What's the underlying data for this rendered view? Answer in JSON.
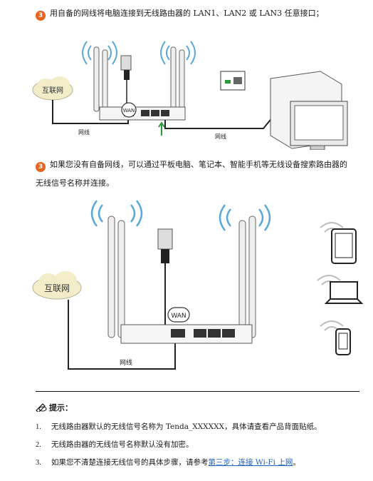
{
  "step_a": {
    "badge": "3",
    "text": "用自备的网线将电脑连接到无线路由器的 LAN1、LAN2 或 LAN3 任意接口；"
  },
  "diagram1": {
    "cloud_label": "互联网",
    "wan_label": "WAN",
    "cable_left_label": "网线",
    "cable_right_label": "网线"
  },
  "step_b": {
    "badge": "3",
    "line1": "如果您没有自备网线，可以通过平板电脑、笔记本、智能手机等无线设备搜索路由器的",
    "line2": "无线信号名称并连接。"
  },
  "diagram2": {
    "cloud_label": "互联网",
    "wan_label": "WAN",
    "cable_label": "网线"
  },
  "tip": {
    "title": "提示："
  },
  "notes": [
    {
      "num": "1.",
      "text": "无线路由器默认的无线信号名称为 Tenda_XXXXXX，具体请查看产品背面贴纸。"
    },
    {
      "num": "2.",
      "text": "无线路由器的无线信号名称默认没有加密。"
    },
    {
      "num": "3.",
      "text": "如果您不清楚连接无线信号的具体步骤，请参考",
      "link": "第三步：连接 Wi-Fi 上网",
      "end": "。"
    }
  ]
}
